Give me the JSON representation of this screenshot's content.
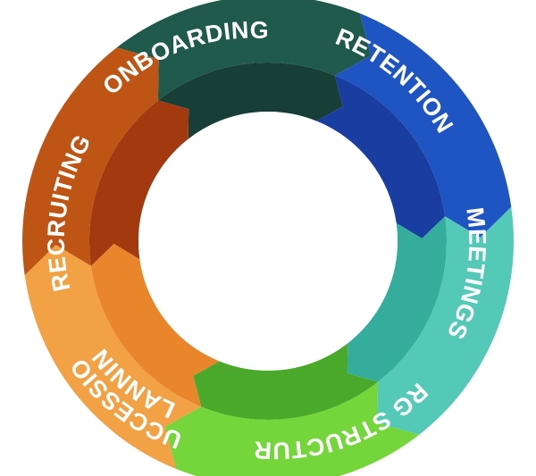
{
  "diagram": {
    "segments": [
      {
        "id": "onboarding",
        "label": "ONBOARDING",
        "outer_color": "#1f5a4c",
        "inner_color": "#173f37"
      },
      {
        "id": "retention",
        "label": "RETENTION",
        "outer_color": "#1f55c2",
        "inner_color": "#1a3da2"
      },
      {
        "id": "meetings",
        "label": "MEETINGS",
        "outer_color": "#55c9b8",
        "inner_color": "#34ad9c"
      },
      {
        "id": "org-structure",
        "label": "ORG STRUCTURE",
        "outer_color": "#74d63a",
        "inner_color": "#4aa82b"
      },
      {
        "id": "succession-planning",
        "label_lines": [
          "SUCCESSION",
          "PLANNING"
        ],
        "outer_color": "#f2a145",
        "inner_color": "#e9852b"
      },
      {
        "id": "recruiting",
        "label": "RECRUITING",
        "outer_color": "#bf5514",
        "inner_color": "#a33a0f"
      }
    ]
  }
}
